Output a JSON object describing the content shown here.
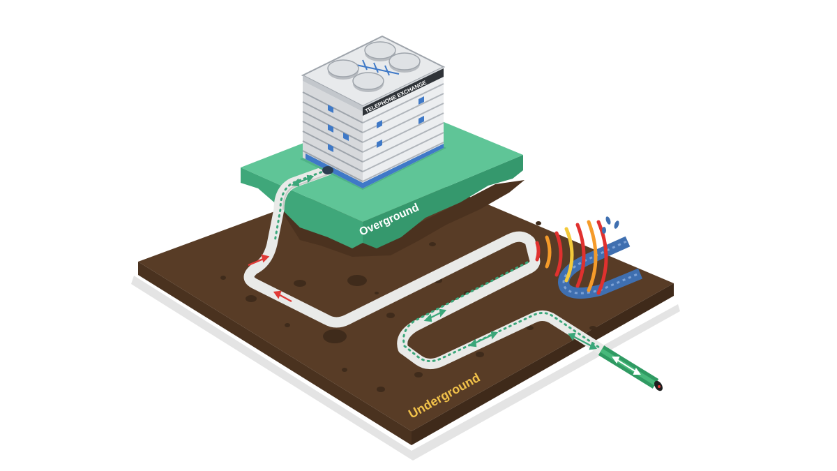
{
  "labels": {
    "overground": "Overground",
    "underground": "Underground",
    "building_sign": "TELEPHONE EXCHANGE"
  },
  "colors": {
    "soil": "#583c26",
    "soil_side": "#4b3320",
    "soil_hole": "#3d2a1b",
    "grass": "#5fc597",
    "grass_side": "#3fa77a",
    "duct": "#e9eae8",
    "fibre_signal": "#3aa77a",
    "fault_arrow": "#e03a36",
    "water_pipe": "#3f6fb0",
    "interference_red": "#e0312f",
    "interference_orange": "#f59b2a",
    "interference_yellow": "#f3c93a",
    "underground_text": "#f2c24a",
    "overground_text": "#ffffff",
    "cable_end": "#2f9a62"
  },
  "icons": {
    "building": "telephone-exchange-building-icon",
    "water_leak": "water-drops-icon",
    "signal_arrows": "double-headed-arrow-icon",
    "fault_arrows": "red-arrow-icon",
    "interference": "interference-waves-icon"
  }
}
